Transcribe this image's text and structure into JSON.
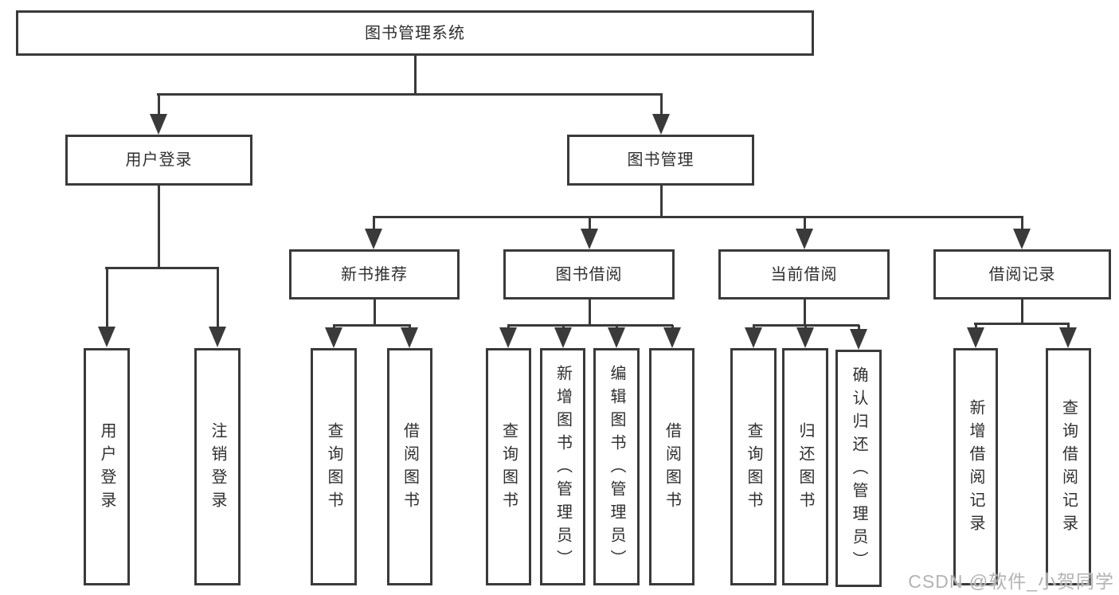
{
  "colors": {
    "background": "#ffffff",
    "line": "#3a3a3a",
    "text": "#2f2f2f",
    "watermark": "#b3b3b3"
  },
  "tree": {
    "label": "图书管理系统",
    "children": [
      {
        "label": "用户登录",
        "children": [
          {
            "label": "用户登录"
          },
          {
            "label": "注销登录"
          }
        ]
      },
      {
        "label": "图书管理",
        "children": [
          {
            "label": "新书推荐",
            "children": [
              {
                "label": "查询图书"
              },
              {
                "label": "借阅图书"
              }
            ]
          },
          {
            "label": "图书借阅",
            "children": [
              {
                "label": "查询图书"
              },
              {
                "label": "新增图书（管理员）"
              },
              {
                "label": "编辑图书（管理员）"
              },
              {
                "label": "借阅图书"
              }
            ]
          },
          {
            "label": "当前借阅",
            "children": [
              {
                "label": "查询图书"
              },
              {
                "label": "归还图书"
              },
              {
                "label": "确认归还（管理员）"
              }
            ]
          },
          {
            "label": "借阅记录",
            "children": [
              {
                "label": "新增借阅记录"
              },
              {
                "label": "查询借阅记录"
              }
            ]
          }
        ]
      }
    ]
  },
  "watermark": {
    "text": "CSDN @软件_小贺同学"
  }
}
